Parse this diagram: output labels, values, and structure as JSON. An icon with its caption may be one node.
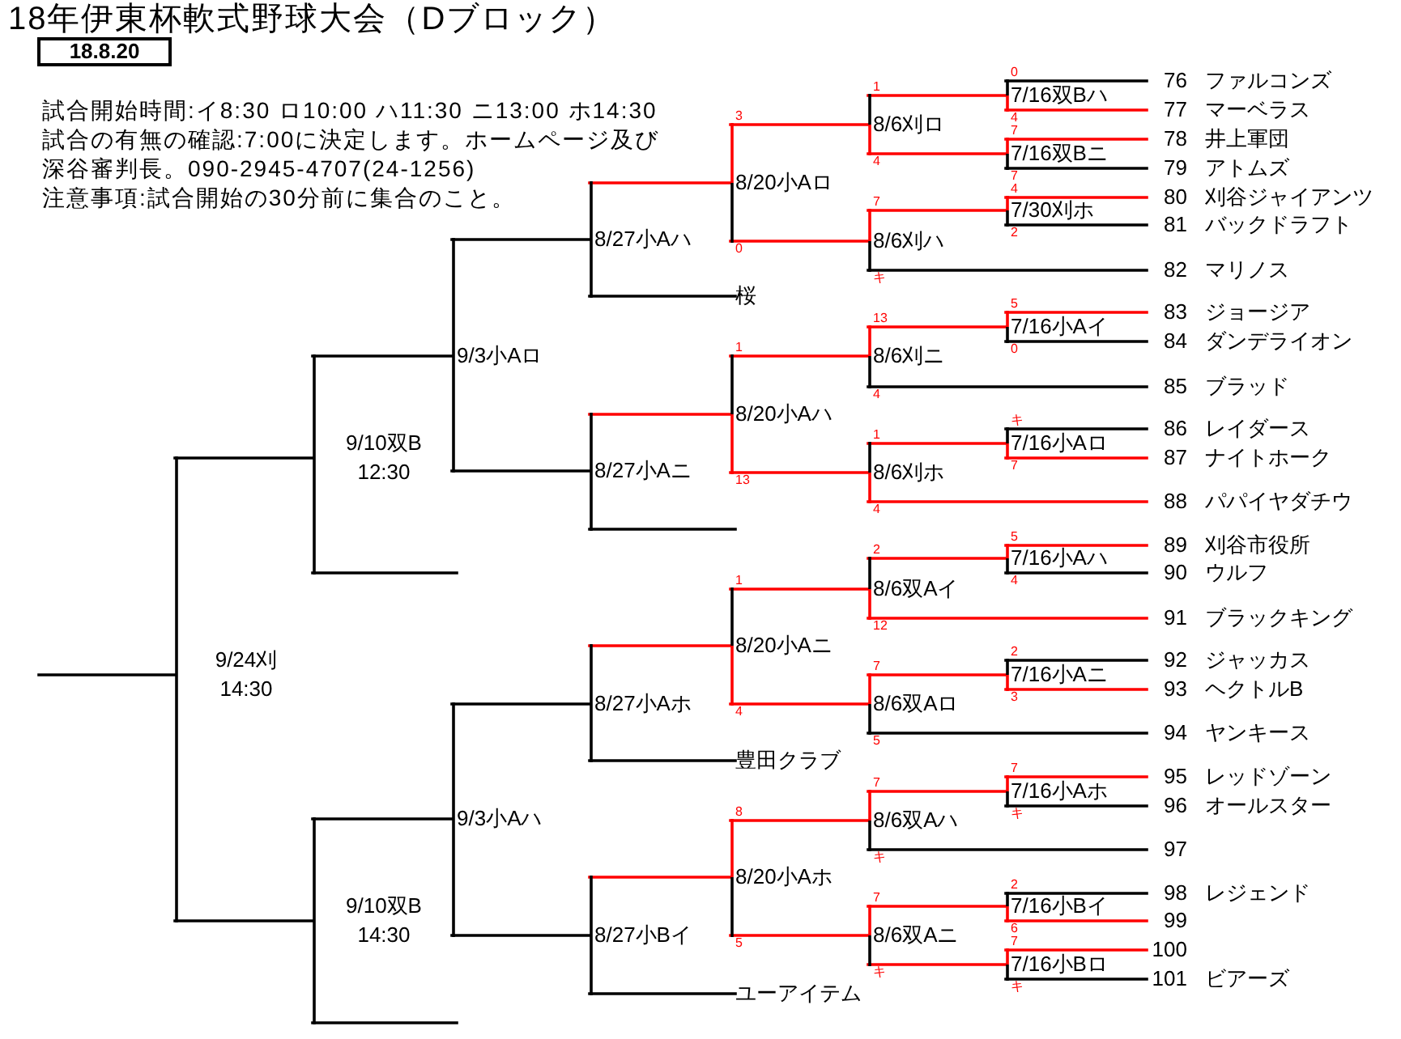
{
  "diagram": {
    "title": "18年伊東杯軟式野球大会（Dブロック）",
    "nodes": [
      {
        "text": [
          "18.8.20"
        ]
      },
      {
        "text": [
          "9/24刈",
          "14:30"
        ]
      },
      {
        "text": [
          "9/10双B",
          "12:30"
        ]
      },
      {
        "text": [
          "9/10双B",
          "14:30"
        ]
      },
      {
        "text": [
          "9/3小Aロ"
        ]
      },
      {
        "text": [
          "9/3小Aハ"
        ]
      },
      {
        "text": [
          "8/27小Aハ"
        ]
      },
      {
        "text": [
          "8/27小Aニ"
        ]
      },
      {
        "text": [
          "8/27小Aホ"
        ]
      },
      {
        "text": [
          "8/27小Bイ"
        ]
      },
      {
        "text": [
          "8/20小Aロ"
        ]
      },
      {
        "text": [
          "桜"
        ]
      },
      {
        "text": [
          "8/20小Aハ"
        ]
      },
      {
        "text": [
          "8/20小Aニ"
        ]
      },
      {
        "text": [
          "豊田クラブ"
        ]
      },
      {
        "text": [
          "8/20小Aホ"
        ]
      },
      {
        "text": [
          "ユーアイテム"
        ]
      },
      {
        "text": [
          "8/6刈ロ"
        ]
      },
      {
        "text": [
          "8/6刈ハ"
        ]
      },
      {
        "text": [
          "8/6刈ニ"
        ]
      },
      {
        "text": [
          "8/6刈ホ"
        ]
      },
      {
        "text": [
          "8/6双Aイ"
        ]
      },
      {
        "text": [
          "8/6双Aロ"
        ]
      },
      {
        "text": [
          "8/6双Aハ"
        ]
      },
      {
        "text": [
          "8/6双Aニ"
        ]
      },
      {
        "text": [
          "7/16双Bハ"
        ]
      },
      {
        "text": [
          "7/16双Bニ"
        ]
      },
      {
        "text": [
          "7/30刈ホ"
        ]
      },
      {
        "text": [
          "7/16小Aイ"
        ]
      },
      {
        "text": [
          "7/16小Aロ"
        ]
      },
      {
        "text": [
          "7/16小Aハ"
        ]
      },
      {
        "text": [
          "7/16小Aニ"
        ]
      },
      {
        "text": [
          "7/16小Aホ"
        ]
      },
      {
        "text": [
          "7/16小Bイ"
        ]
      },
      {
        "text": [
          "7/16小Bロ"
        ]
      },
      {
        "text": [
          "76",
          "ファルコンズ"
        ]
      },
      {
        "text": [
          "77",
          "マーベラス"
        ]
      },
      {
        "text": [
          "78",
          "井上軍団"
        ]
      },
      {
        "text": [
          "79",
          "アトムズ"
        ]
      },
      {
        "text": [
          "80",
          "刈谷ジャイアンツ"
        ]
      },
      {
        "text": [
          "81",
          "バックドラフト"
        ]
      },
      {
        "text": [
          "82",
          "マリノス"
        ]
      },
      {
        "text": [
          "83",
          "ジョージア"
        ]
      },
      {
        "text": [
          "84",
          "ダンデライオン"
        ]
      },
      {
        "text": [
          "85",
          "ブラッド"
        ]
      },
      {
        "text": [
          "86",
          "レイダース"
        ]
      },
      {
        "text": [
          "87",
          "ナイトホーク"
        ]
      },
      {
        "text": [
          "88",
          "パパイヤダチウ"
        ]
      },
      {
        "text": [
          "89",
          "刈谷市役所"
        ]
      },
      {
        "text": [
          "90",
          "ウルフ"
        ]
      },
      {
        "text": [
          "91",
          "ブラックキング"
        ]
      },
      {
        "text": [
          "92",
          "ジャッカス"
        ]
      },
      {
        "text": [
          "93",
          "ヘクトルB"
        ]
      },
      {
        "text": [
          "94",
          "ヤンキース"
        ]
      },
      {
        "text": [
          "95",
          "レッドゾーン"
        ]
      },
      {
        "text": [
          "96",
          "オールスター"
        ]
      },
      {
        "text": [
          "97"
        ]
      },
      {
        "text": [
          "98",
          "レジェンド"
        ]
      },
      {
        "text": [
          "99"
        ]
      },
      {
        "text": [
          "100"
        ]
      },
      {
        "text": [
          "101",
          "ビアーズ"
        ]
      }
    ],
    "edges": [
      {
        "from": 1,
        "to": null,
        "arrow": "none",
        "color": "#000000"
      },
      {
        "from": 2,
        "to": 1,
        "arrow": "none",
        "color": "#000000"
      },
      {
        "from": 3,
        "to": 1,
        "arrow": "none",
        "color": "#000000"
      },
      {
        "from": 4,
        "to": 2,
        "arrow": "none",
        "color": "#000000"
      },
      {
        "from": null,
        "to": 2,
        "arrow": "none",
        "color": "#000000"
      },
      {
        "from": 5,
        "to": 3,
        "arrow": "none",
        "color": "#000000"
      },
      {
        "from": null,
        "to": 3,
        "arrow": "none",
        "color": "#000000"
      },
      {
        "from": 6,
        "to": 4,
        "arrow": "none",
        "color": "#000000"
      },
      {
        "from": 7,
        "to": 4,
        "arrow": "none",
        "color": "#000000"
      },
      {
        "from": 8,
        "to": 5,
        "arrow": "none",
        "color": "#000000"
      },
      {
        "from": 9,
        "to": 5,
        "arrow": "none",
        "color": "#000000"
      },
      {
        "from": 10,
        "to": 6,
        "arrow": "none"
      },
      {
        "from": 11,
        "to": 6,
        "arrow": "none",
        "color": "#000000"
      },
      {
        "from": 12,
        "to": 7,
        "arrow": "none"
      },
      {
        "from": null,
        "to": 7,
        "arrow": "none",
        "color": "#000000"
      },
      {
        "from": 13,
        "to": 8,
        "arrow": "none"
      },
      {
        "from": 14,
        "to": 8,
        "arrow": "none",
        "color": "#000000"
      },
      {
        "from": 15,
        "to": 9,
        "arrow": "none"
      },
      {
        "from": 16,
        "to": 9,
        "arrow": "none",
        "color": "#000000"
      },
      {
        "from": 17,
        "to": 10,
        "arrow": "none",
        "label": "3"
      },
      {
        "from": 18,
        "to": 10,
        "arrow": "none",
        "label": "0"
      },
      {
        "from": 19,
        "to": 12,
        "arrow": "none",
        "label": "1"
      },
      {
        "from": 20,
        "to": 12,
        "arrow": "none",
        "label": "13"
      },
      {
        "from": 21,
        "to": 13,
        "arrow": "none",
        "label": "1"
      },
      {
        "from": 22,
        "to": 13,
        "arrow": "none",
        "label": "4"
      },
      {
        "from": 23,
        "to": 15,
        "arrow": "none",
        "label": "8"
      },
      {
        "from": 24,
        "to": 15,
        "arrow": "none",
        "label": "5"
      },
      {
        "from": 25,
        "to": 17,
        "arrow": "none",
        "label": "1"
      },
      {
        "from": 26,
        "to": 17,
        "arrow": "none",
        "label": "4"
      },
      {
        "from": 27,
        "to": 18,
        "arrow": "none",
        "label": "7"
      },
      {
        "from": 41,
        "to": 18,
        "arrow": "none",
        "label": "キ",
        "color": "#000000"
      },
      {
        "from": 28,
        "to": 19,
        "arrow": "none",
        "label": "13"
      },
      {
        "from": 44,
        "to": 19,
        "arrow": "none",
        "label": "4",
        "color": "#000000"
      },
      {
        "from": 29,
        "to": 20,
        "arrow": "none",
        "label": "1"
      },
      {
        "from": 47,
        "to": 20,
        "arrow": "none",
        "label": "4"
      },
      {
        "from": 30,
        "to": 21,
        "arrow": "none",
        "label": "2"
      },
      {
        "from": 50,
        "to": 21,
        "arrow": "none",
        "label": "12"
      },
      {
        "from": 31,
        "to": 22,
        "arrow": "none",
        "label": "7"
      },
      {
        "from": 53,
        "to": 22,
        "arrow": "none",
        "label": "5",
        "color": "#000000"
      },
      {
        "from": 32,
        "to": 23,
        "arrow": "none",
        "label": "7"
      },
      {
        "from": 56,
        "to": 23,
        "arrow": "none",
        "label": "キ",
        "color": "#000000"
      },
      {
        "from": 33,
        "to": 24,
        "arrow": "none",
        "label": "7"
      },
      {
        "from": 34,
        "to": 24,
        "arrow": "none",
        "label": "キ"
      },
      {
        "from": 35,
        "to": 25,
        "arrow": "none",
        "label": "0",
        "color": "#000000"
      },
      {
        "from": 36,
        "to": 25,
        "arrow": "none",
        "label": "4"
      },
      {
        "from": 37,
        "to": 26,
        "arrow": "none",
        "label": "7"
      },
      {
        "from": 38,
        "to": 26,
        "arrow": "none",
        "label": "7",
        "color": "#000000"
      },
      {
        "from": 39,
        "to": 27,
        "arrow": "none",
        "label": "4"
      },
      {
        "from": 40,
        "to": 27,
        "arrow": "none",
        "label": "2",
        "color": "#000000"
      },
      {
        "from": 42,
        "to": 28,
        "arrow": "none",
        "label": "5"
      },
      {
        "from": 43,
        "to": 28,
        "arrow": "none",
        "label": "0",
        "color": "#000000"
      },
      {
        "from": 45,
        "to": 29,
        "arrow": "none",
        "label": "キ",
        "color": "#000000"
      },
      {
        "from": 46,
        "to": 29,
        "arrow": "none",
        "label": "7"
      },
      {
        "from": 48,
        "to": 30,
        "arrow": "none",
        "label": "5"
      },
      {
        "from": 49,
        "to": 30,
        "arrow": "none",
        "label": "4",
        "color": "#000000"
      },
      {
        "from": 51,
        "to": 31,
        "arrow": "none",
        "label": "2",
        "color": "#000000"
      },
      {
        "from": 52,
        "to": 31,
        "arrow": "none",
        "label": "3"
      },
      {
        "from": 54,
        "to": 32,
        "arrow": "none",
        "label": "7"
      },
      {
        "from": 55,
        "to": 32,
        "arrow": "none",
        "label": "キ",
        "color": "#000000"
      },
      {
        "from": 57,
        "to": 33,
        "arrow": "none",
        "label": "2",
        "color": "#000000"
      },
      {
        "from": 58,
        "to": 33,
        "arrow": "none",
        "label": "6"
      },
      {
        "from": 59,
        "to": 34,
        "arrow": "none",
        "label": "7"
      },
      {
        "from": 60,
        "to": 34,
        "arrow": "none",
        "label": "キ",
        "color": "#000000"
      }
    ],
    "labels": [
      "試合開始時間:イ8:30 ロ10:00 ハ11:30 ニ13:00 ホ14:30",
      "試合の有無の確認:7:00に決定します。ホームページ及び深谷審判長。090-2945-4707(24-1256)",
      "注意事項:試合開始の30分前に集合のこと。"
    ]
  }
}
